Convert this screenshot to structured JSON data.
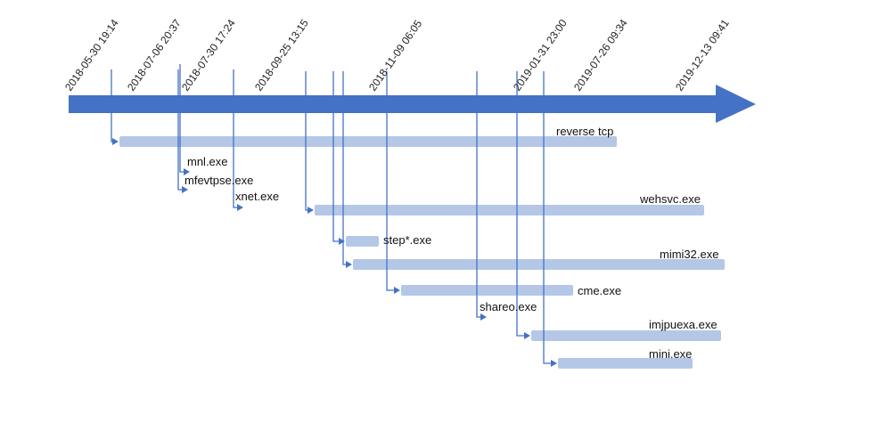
{
  "colors": {
    "axis": "#4472c4",
    "bar": "#b4c7e7",
    "connector": "#4472c4",
    "text": "#111111"
  },
  "dates": [
    "2018-05-30 19:14",
    "2018-07-06 20:37",
    "2018-07-30 17:24",
    "2018-09-25 13:15",
    "2018-11-09 06:05",
    "2019-01-31 23:00",
    "2019-07-26 09:34",
    "2019-12-13 09:41"
  ],
  "processes": [
    {
      "name": "reverse tcp",
      "has_bar": true
    },
    {
      "name": "mnl.exe",
      "has_bar": false
    },
    {
      "name": "mfevtpse.exe",
      "has_bar": false
    },
    {
      "name": "xnet.exe",
      "has_bar": false
    },
    {
      "name": "wehsvc.exe",
      "has_bar": true
    },
    {
      "name": "step*.exe",
      "has_bar": true
    },
    {
      "name": "mimi32.exe",
      "has_bar": true
    },
    {
      "name": "cme.exe",
      "has_bar": true
    },
    {
      "name": "shareo.exe",
      "has_bar": false
    },
    {
      "name": "imjpuexa.exe",
      "has_bar": true
    },
    {
      "name": "mini.exe",
      "has_bar": true
    }
  ]
}
